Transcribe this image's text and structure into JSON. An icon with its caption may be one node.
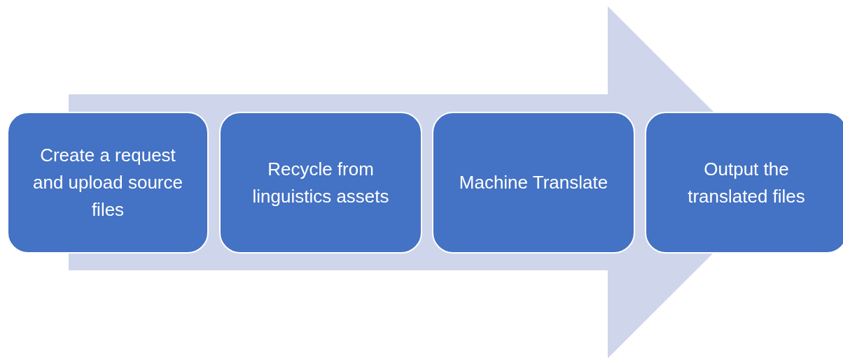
{
  "diagram": {
    "nodes": [
      {
        "text": [
          "Create a request and upload source files"
        ]
      },
      {
        "text": [
          "Recycle from linguistics assets"
        ]
      },
      {
        "text": [
          "Machine Translate"
        ]
      },
      {
        "text": [
          "Output the translated files"
        ]
      }
    ],
    "edges": [
      {
        "from": 0,
        "to": 3,
        "arrow": "to",
        "style": "thick"
      }
    ]
  }
}
